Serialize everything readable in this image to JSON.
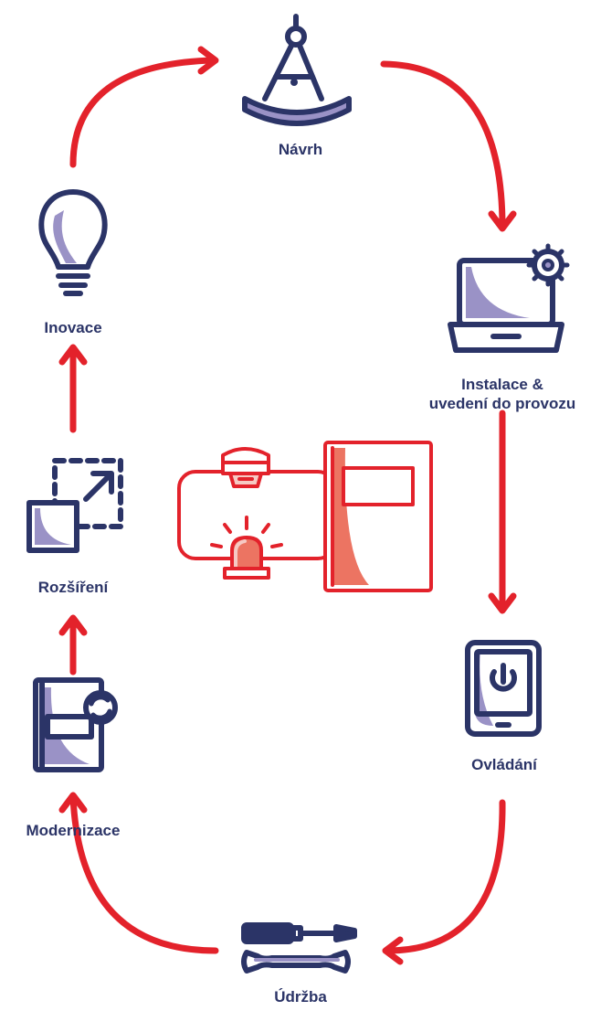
{
  "colors": {
    "navy": "#2b3467",
    "red": "#e3222b",
    "lavender": "#9a92c6",
    "salmon": "#ec7462",
    "pink": "#f6c9c3"
  },
  "stages": [
    {
      "id": "navrh",
      "label": "Návrh",
      "icon": "compass-icon"
    },
    {
      "id": "instalace",
      "label": "Instalace &\nuvedení do provozu",
      "icon": "laptop-gear-icon"
    },
    {
      "id": "ovladani",
      "label": "Ovládání",
      "icon": "tablet-power-icon"
    },
    {
      "id": "udrzba",
      "label": "Údržba",
      "icon": "tools-icon"
    },
    {
      "id": "modernizace",
      "label": "Modernizace",
      "icon": "panel-refresh-icon"
    },
    {
      "id": "rozsireni",
      "label": "Rozšíření",
      "icon": "expand-icon"
    },
    {
      "id": "inovace",
      "label": "Inovace",
      "icon": "lightbulb-icon"
    }
  ],
  "center": {
    "icon": "fire-alarm-system-icon"
  }
}
